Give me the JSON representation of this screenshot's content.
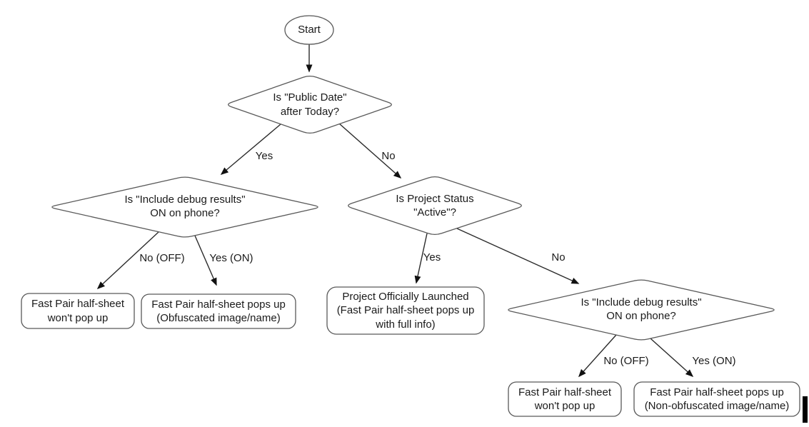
{
  "diagram": {
    "type": "flowchart",
    "background": "#ffffff",
    "colors": {
      "shape_fill": "#ffffff",
      "shape_stroke": "#595959",
      "edge_stroke": "#2b2b2b",
      "arrowhead": "#111111",
      "text": "#1a1a1a",
      "cursor_bar": "#000000"
    },
    "nodes": {
      "start": {
        "type": "terminator",
        "label": "Start"
      },
      "decision_public_date": {
        "type": "decision",
        "label": "Is \"Public Date\"\nafter Today?"
      },
      "decision_debug_left": {
        "type": "decision",
        "label": "Is \"Include debug results\"\nON on phone?"
      },
      "decision_project_status": {
        "type": "decision",
        "label": "Is Project Status\n\"Active\"?"
      },
      "decision_debug_right": {
        "type": "decision",
        "label": "Is \"Include debug results\"\nON on phone?"
      },
      "result_wont_popup_left": {
        "type": "result",
        "label": "Fast Pair half-sheet\nwon't pop up"
      },
      "result_obfuscated": {
        "type": "result",
        "label": "Fast Pair half-sheet pops up\n(Obfuscated image/name)"
      },
      "result_launched": {
        "type": "result",
        "label": "Project Officially Launched\n(Fast Pair half-sheet pops up\nwith full info)"
      },
      "result_wont_popup_right": {
        "type": "result",
        "label": "Fast Pair half-sheet\nwon't pop up"
      },
      "result_non_obfuscated": {
        "type": "result",
        "label": "Fast Pair half-sheet pops up\n(Non-obfuscated image/name)"
      }
    },
    "edges": {
      "start_to_public_date": {
        "label": ""
      },
      "public_date_yes": {
        "label": "Yes"
      },
      "public_date_no": {
        "label": "No"
      },
      "debug_left_no": {
        "label": "No (OFF)"
      },
      "debug_left_yes": {
        "label": "Yes (ON)"
      },
      "project_status_yes": {
        "label": "Yes"
      },
      "project_status_no": {
        "label": "No"
      },
      "debug_right_no": {
        "label": "No (OFF)"
      },
      "debug_right_yes": {
        "label": "Yes (ON)"
      }
    }
  }
}
